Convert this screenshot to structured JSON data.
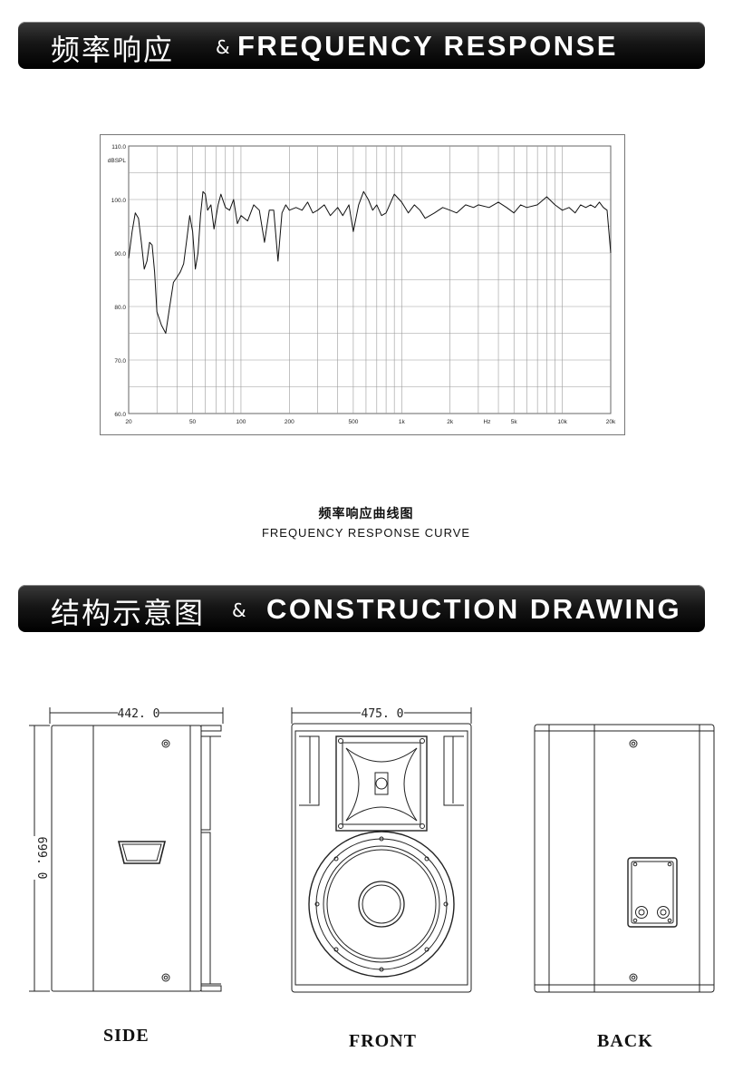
{
  "section1": {
    "title_cn": "频率响应",
    "amp": "&",
    "title_en": "FREQUENCY RESPONSE"
  },
  "section2": {
    "title_cn": "结构示意图",
    "amp": "&",
    "title_en": "CONSTRUCTION DRAWING"
  },
  "caption": {
    "cn": "频率响应曲线图",
    "en": "FREQUENCY RESPONSE CURVE"
  },
  "chart_data": {
    "type": "line",
    "title": "",
    "xlabel": "Hz",
    "ylabel": "dBSPL",
    "x_scale": "log",
    "xlim": [
      20,
      20000
    ],
    "ylim": [
      60,
      110
    ],
    "grid": true,
    "y_ticks": [
      "110.0",
      "100.0",
      "90.0",
      "80.0",
      "70.0",
      "60.0"
    ],
    "x_ticks": [
      {
        "value": 20,
        "label": "20"
      },
      {
        "value": 50,
        "label": "50"
      },
      {
        "value": 100,
        "label": "100"
      },
      {
        "value": 200,
        "label": "200"
      },
      {
        "value": 500,
        "label": "500"
      },
      {
        "value": 1000,
        "label": "1k"
      },
      {
        "value": 2000,
        "label": "2k"
      },
      {
        "value": 5000,
        "label": "5k"
      },
      {
        "value": 10000,
        "label": "10k"
      },
      {
        "value": 20000,
        "label": "20k"
      }
    ],
    "series": [
      {
        "x": [
          20,
          21,
          22,
          23,
          24,
          25,
          26,
          27,
          28,
          29,
          30,
          32,
          34,
          36,
          38,
          40,
          42,
          44,
          46,
          48,
          50,
          52,
          54,
          56,
          58,
          60,
          62,
          65,
          68,
          72,
          75,
          80,
          85,
          90,
          95,
          100,
          110,
          120,
          130,
          140,
          150,
          160,
          170,
          180,
          190,
          200,
          220,
          240,
          260,
          280,
          300,
          330,
          360,
          400,
          430,
          470,
          500,
          540,
          580,
          620,
          660,
          700,
          750,
          800,
          900,
          1000,
          1100,
          1200,
          1300,
          1400,
          1500,
          1600,
          1800,
          2000,
          2200,
          2500,
          2800,
          3000,
          3500,
          4000,
          4500,
          5000,
          5500,
          6000,
          7000,
          8000,
          9000,
          10000,
          11000,
          12000,
          13000,
          14000,
          15000,
          16000,
          17000,
          18000,
          19000,
          20000
        ],
        "y": [
          89,
          94,
          97.5,
          96.5,
          92,
          87,
          88.5,
          92,
          91.5,
          86.5,
          79,
          76.5,
          75,
          80,
          84.5,
          85.5,
          86.5,
          88,
          92.5,
          97,
          94,
          87,
          90,
          97,
          101.5,
          101,
          98,
          99,
          94.5,
          99,
          101,
          98.5,
          98,
          100,
          95.5,
          97,
          96,
          99,
          98,
          92,
          98,
          98,
          88.5,
          97.5,
          99,
          98,
          98.5,
          98,
          99.5,
          97.5,
          98,
          99,
          97,
          98.5,
          97,
          99,
          94,
          99,
          101.5,
          100,
          98,
          99,
          97,
          97.5,
          101,
          99.5,
          97.5,
          99,
          98,
          96.5,
          97,
          97.5,
          98.5,
          98,
          97.5,
          99,
          98.5,
          99,
          98.5,
          99.5,
          98.5,
          97.5,
          99,
          98.5,
          99,
          100.5,
          99,
          98,
          98.5,
          97.5,
          99,
          98.5,
          99,
          98.5,
          99.5,
          98.5,
          98,
          90
        ]
      }
    ]
  },
  "drawings": {
    "side": {
      "label": "SIDE",
      "dim_width": "442. 0",
      "dim_height": "699. 0"
    },
    "front": {
      "label": "FRONT",
      "dim_width": "475. 0"
    },
    "back": {
      "label": "BACK"
    }
  }
}
